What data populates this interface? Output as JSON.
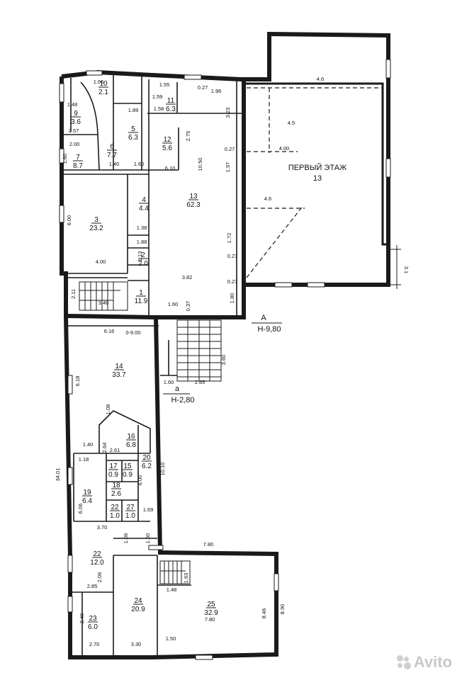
{
  "labels": {
    "first_floor_title": "ПЕРВЫЙ ЭТАЖ",
    "first_floor_num": "13",
    "mark_a_upper": "А",
    "mark_h1": "Н-9,80",
    "mark_a_lower": "а",
    "mark_h2": "Н-2,80",
    "watermark": "Avito"
  },
  "rooms": [
    {
      "num": "9",
      "area": "3.6"
    },
    {
      "num": "10",
      "area": "2.1"
    },
    {
      "num": "11",
      "area": "6.3"
    },
    {
      "num": "5",
      "area": "6.3"
    },
    {
      "num": "6",
      "area": "7.7"
    },
    {
      "num": "7",
      "area": "8.7"
    },
    {
      "num": "12",
      "area": "5.6"
    },
    {
      "num": "13",
      "area": "62.3"
    },
    {
      "num": "3",
      "area": "23.2"
    },
    {
      "num": "4",
      "area": "4.4"
    },
    {
      "num": "2",
      "area": "2.0"
    },
    {
      "num": "1",
      "area": "11.9"
    },
    {
      "num": "14",
      "area": "33.7"
    },
    {
      "num": "16",
      "area": "6.8"
    },
    {
      "num": "20",
      "area": "6.2"
    },
    {
      "num": "17",
      "area": "0.9"
    },
    {
      "num": "15",
      "area": "0.9"
    },
    {
      "num": "18",
      "area": "2.6"
    },
    {
      "num": "19",
      "area": "6.4"
    },
    {
      "num": "22",
      "area": "1.0"
    },
    {
      "num": "27",
      "area": "1.0"
    },
    {
      "num": "22",
      "area": "12.0"
    },
    {
      "num": "24",
      "area": "20.9"
    },
    {
      "num": "25",
      "area": "32.9"
    },
    {
      "num": "23",
      "area": "6.0"
    }
  ],
  "dims": [
    "4.6",
    "4.5",
    "4.00",
    "4.6",
    "1.66",
    "1.55",
    "0.27",
    "1.96",
    "1.89",
    "1.59",
    "1.58",
    "3.23",
    "2.75",
    "0.27",
    "10.50",
    "1.97",
    "6.10",
    "1.40",
    "1.60",
    "2.57",
    "1.48",
    "2.00",
    "1.60",
    "6.00",
    "4.00",
    "1.38",
    "1.88",
    "1.13",
    "3.82",
    "1.72",
    "0.27",
    "0.27",
    "1.60",
    "0.37",
    "1.80",
    "2.11",
    "3.46",
    "6.16",
    "0-9.00",
    "3.60",
    "1.60",
    "2.85",
    "6.18",
    "10.10",
    "34.01",
    "1.08",
    "1.40",
    "2.61",
    "1.18",
    "2.64",
    "6.00",
    "6.06",
    "1.69",
    "3.70",
    "1.06",
    "1.50",
    "7.80",
    "2.06",
    "2.85",
    "1.48",
    "1.63",
    "2.40",
    "2.70",
    "3.30",
    "1.50",
    "7.80",
    "8.46",
    "8.90",
    "3.1"
  ]
}
